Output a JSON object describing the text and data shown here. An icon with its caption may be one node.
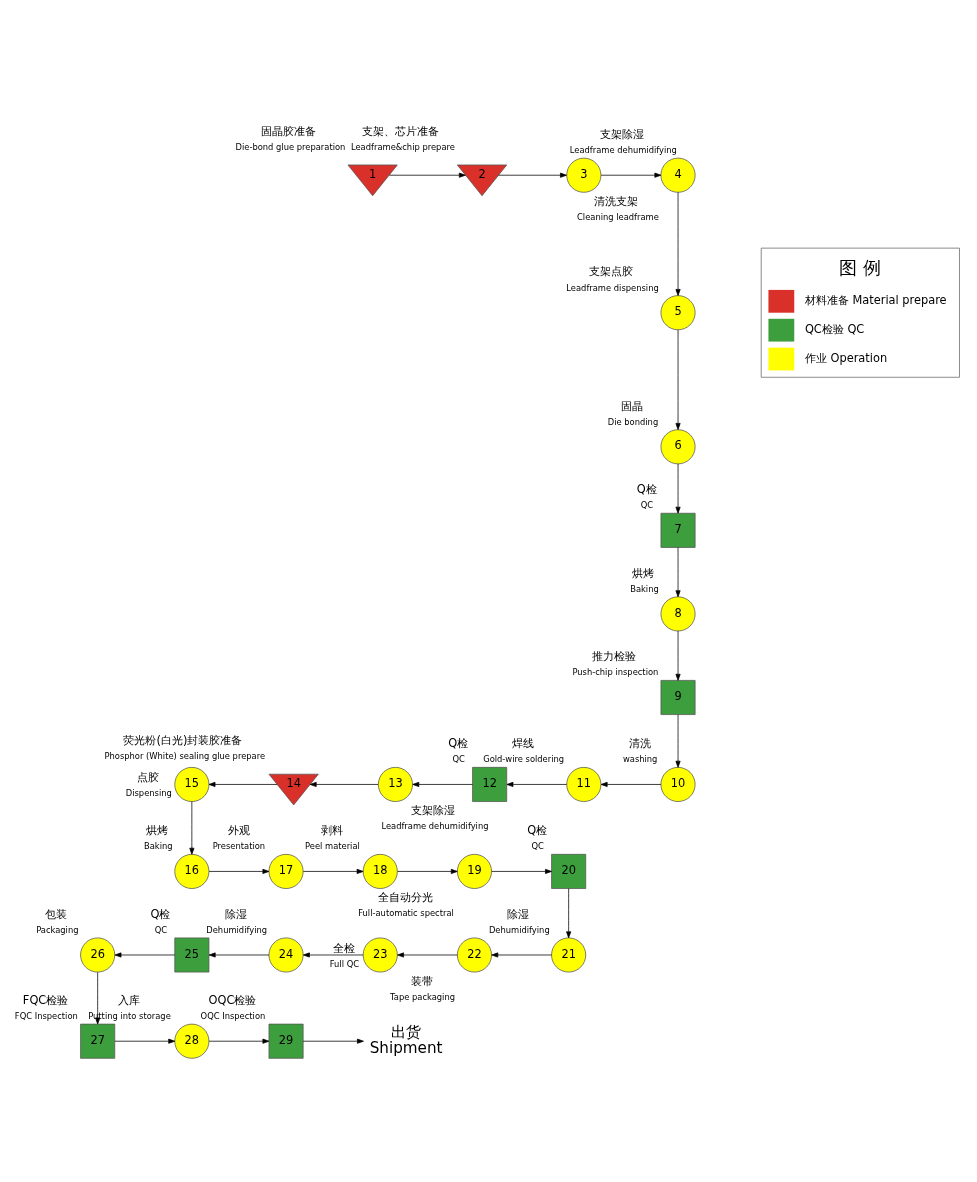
{
  "diagram": {
    "nodes": [
      {
        "text": [
          "1"
        ],
        "beside": [
          "固晶胶准备",
          "Die-bond glue preparation"
        ]
      },
      {
        "text": [
          "2"
        ],
        "beside": [
          "支架、芯片准备",
          "Leadframe&chip prepare"
        ]
      },
      {
        "text": [
          "3"
        ],
        "beside": [
          "支架除湿",
          "Leadframe dehumidifying"
        ]
      },
      {
        "text": [
          "4"
        ],
        "beside": [
          "清洗支架",
          "Cleaning leadframe"
        ]
      },
      {
        "text": [
          "5"
        ],
        "beside": [
          "支架点胶",
          "Leadframe dispensing"
        ]
      },
      {
        "text": [
          "6"
        ],
        "beside": [
          "固晶",
          "Die bonding"
        ]
      },
      {
        "text": [
          "7"
        ],
        "beside": [
          "Q检",
          "QC"
        ]
      },
      {
        "text": [
          "8"
        ],
        "beside": [
          "烘烤",
          "Baking"
        ]
      },
      {
        "text": [
          "9"
        ],
        "beside": [
          "推力检验",
          "Push-chip inspection"
        ]
      },
      {
        "text": [
          "10"
        ],
        "beside": [
          "清洗",
          "washing"
        ]
      },
      {
        "text": [
          "11"
        ],
        "beside": [
          "焊线",
          "Gold-wire soldering"
        ]
      },
      {
        "text": [
          "12"
        ],
        "beside": [
          "Q检",
          "QC"
        ]
      },
      {
        "text": [
          "13"
        ],
        "beside": [
          "支架除湿",
          "Leadframe dehumidifying"
        ]
      },
      {
        "text": [
          "14"
        ],
        "beside": [
          "荧光粉(白光)封装胶准备",
          "Phosphor (White) sealing glue prepare"
        ]
      },
      {
        "text": [
          "15"
        ],
        "beside": [
          "点胶",
          "Dispensing"
        ]
      },
      {
        "text": [
          "16"
        ],
        "beside": [
          "烘烤",
          "Baking"
        ]
      },
      {
        "text": [
          "17"
        ],
        "beside": [
          "外观",
          "Presentation"
        ]
      },
      {
        "text": [
          "18"
        ],
        "beside": [
          "剥料",
          "Peel material"
        ]
      },
      {
        "text": [
          "19"
        ],
        "beside": [
          "全自动分光",
          "Full-automatic spectral"
        ]
      },
      {
        "text": [
          "20"
        ],
        "beside": [
          "Q检",
          "QC"
        ]
      },
      {
        "text": [
          "21"
        ],
        "beside": [
          "除湿",
          "Dehumidifying"
        ]
      },
      {
        "text": [
          "22"
        ],
        "beside": [
          "装带",
          "Tape packaging"
        ]
      },
      {
        "text": [
          "23"
        ],
        "beside": [
          "全检",
          "Full QC"
        ]
      },
      {
        "text": [
          "24"
        ],
        "beside": [
          "除湿",
          "Dehumidifying"
        ]
      },
      {
        "text": [
          "25"
        ],
        "beside": [
          "Q检",
          "QC"
        ]
      },
      {
        "text": [
          "26"
        ],
        "beside": [
          "包装",
          "Packaging"
        ]
      },
      {
        "text": [
          "27"
        ],
        "beside": [
          "FQC检验",
          "FQC Inspection"
        ]
      },
      {
        "text": [
          "28"
        ],
        "beside": [
          "入库",
          "Putting into storage"
        ]
      },
      {
        "text": [
          "29"
        ],
        "beside": [
          "OQC检验",
          "OQC Inspection"
        ]
      },
      {
        "text": [
          "出货",
          "Shipment"
        ]
      }
    ],
    "edges": [
      {
        "from": 0,
        "to": 1,
        "arrow": "to"
      },
      {
        "from": 1,
        "to": 2,
        "arrow": "to"
      },
      {
        "from": 2,
        "to": 3,
        "arrow": "to"
      },
      {
        "from": 3,
        "to": 4,
        "arrow": "to"
      },
      {
        "from": 4,
        "to": 5,
        "arrow": "to"
      },
      {
        "from": 5,
        "to": 6,
        "arrow": "to"
      },
      {
        "from": 6,
        "to": 7,
        "arrow": "to"
      },
      {
        "from": 7,
        "to": 8,
        "arrow": "to"
      },
      {
        "from": 8,
        "to": 9,
        "arrow": "to"
      },
      {
        "from": 9,
        "to": 10,
        "arrow": "to"
      },
      {
        "from": 10,
        "to": 11,
        "arrow": "to"
      },
      {
        "from": 11,
        "to": 12,
        "arrow": "to"
      },
      {
        "from": 12,
        "to": 13,
        "arrow": "to"
      },
      {
        "from": 13,
        "to": 14,
        "arrow": "to"
      },
      {
        "from": 14,
        "to": 15,
        "arrow": "to"
      },
      {
        "from": 15,
        "to": 16,
        "arrow": "to"
      },
      {
        "from": 16,
        "to": 17,
        "arrow": "to"
      },
      {
        "from": 17,
        "to": 18,
        "arrow": "to"
      },
      {
        "from": 18,
        "to": 19,
        "arrow": "to"
      },
      {
        "from": 19,
        "to": 20,
        "arrow": "to"
      },
      {
        "from": 20,
        "to": 21,
        "arrow": "to"
      },
      {
        "from": 21,
        "to": 22,
        "arrow": "to"
      },
      {
        "from": 22,
        "to": 23,
        "arrow": "to"
      },
      {
        "from": 23,
        "to": 24,
        "arrow": "to"
      },
      {
        "from": 24,
        "to": 25,
        "arrow": "to"
      },
      {
        "from": 25,
        "to": 26,
        "arrow": "to"
      },
      {
        "from": 26,
        "to": 27,
        "arrow": "to"
      },
      {
        "from": 27,
        "to": 28,
        "arrow": "to"
      },
      {
        "from": 28,
        "to": 29,
        "arrow": "to"
      }
    ],
    "labels": [
      "图 例"
    ],
    "legend": [
      {
        "text": "材料准备 Material prepare",
        "color": "#d9302a"
      },
      {
        "text": "QC检验 QC",
        "color": "#3d9e3d"
      },
      {
        "text": "作业 Operation",
        "color": "#ffff00"
      }
    ]
  }
}
